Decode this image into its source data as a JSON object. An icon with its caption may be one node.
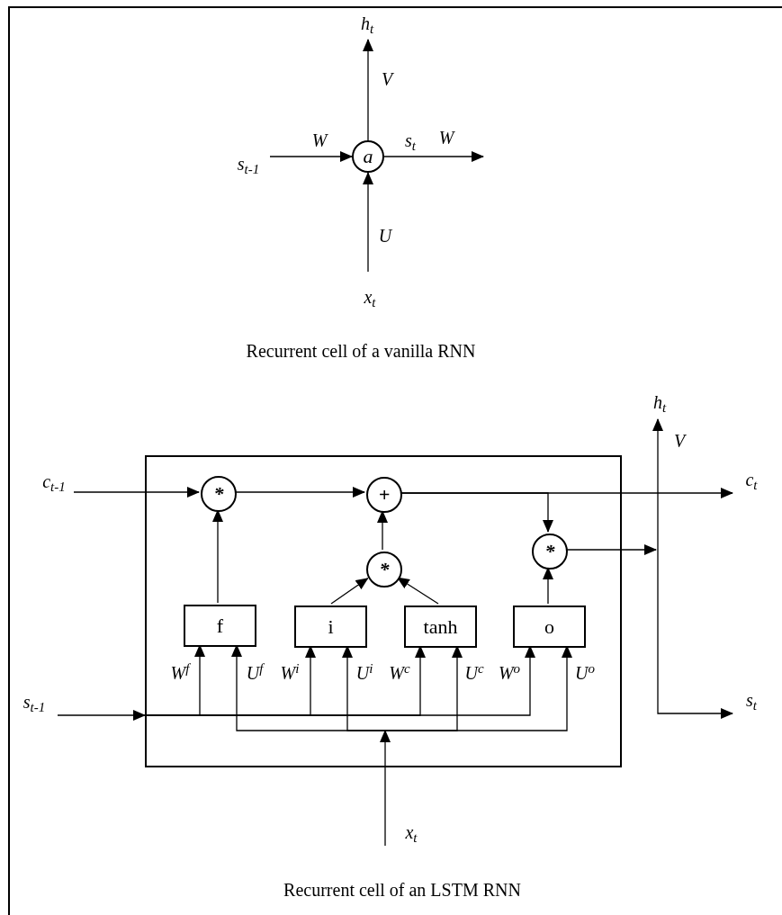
{
  "diagram": {
    "nodes": [
      {
        "text": [
          "h$_{t}$"
        ]
      },
      {
        "text": [
          "s$_{t-1}$"
        ]
      },
      {
        "text": [
          "a"
        ]
      },
      {
        "text": [
          "x$_{t}$"
        ]
      },
      {
        "text": [],
        "shape": "box"
      },
      {
        "text": [
          "c$_{t-1}$"
        ]
      },
      {
        "text": [
          "*"
        ],
        "in": 4
      },
      {
        "text": [
          "+"
        ],
        "in": 4
      },
      {
        "text": [
          "*"
        ],
        "in": 4
      },
      {
        "text": [
          "*"
        ],
        "in": 4
      },
      {
        "text": [
          "f"
        ],
        "in": 4
      },
      {
        "text": [
          "i"
        ],
        "in": 4
      },
      {
        "text": [
          "tanh"
        ],
        "in": 4
      },
      {
        "text": [
          "o"
        ],
        "in": 4
      },
      {
        "text": [
          "s$_{t-1}$"
        ]
      },
      {
        "text": [
          "x$_{t}$"
        ]
      },
      {
        "text": [
          "h$_{t}$"
        ]
      },
      {
        "text": [
          "c$_{t}$"
        ]
      },
      {
        "text": [
          "s$_{t}$"
        ]
      }
    ],
    "edges": [
      {
        "from": 2,
        "to": 0,
        "arrow": "to",
        "label": "V"
      },
      {
        "from": 1,
        "to": 2,
        "arrow": "to",
        "label": "W"
      },
      {
        "from": 2,
        "to": null,
        "arrow": "to",
        "label": "W"
      },
      {
        "from": 3,
        "to": 2,
        "arrow": "to",
        "label": "U"
      },
      {
        "from": 5,
        "to": 6,
        "arrow": "to"
      },
      {
        "from": 6,
        "to": 7,
        "arrow": "to"
      },
      {
        "from": 10,
        "to": 6,
        "arrow": "to"
      },
      {
        "from": 8,
        "to": 7,
        "arrow": "to"
      },
      {
        "from": 11,
        "to": 8,
        "arrow": "to"
      },
      {
        "from": 12,
        "to": 8,
        "arrow": "to"
      },
      {
        "from": 13,
        "to": 9,
        "arrow": "to"
      },
      {
        "from": 7,
        "to": 17,
        "arrow": "to"
      },
      {
        "from": 7,
        "to": 9,
        "arrow": "to"
      },
      {
        "from": 9,
        "to": 16,
        "arrow": "to",
        "label": "V"
      },
      {
        "from": 9,
        "to": 18,
        "arrow": "to"
      },
      {
        "from": 14,
        "to": 10,
        "arrow": "to",
        "label": "W$^{f}$"
      },
      {
        "from": 14,
        "to": 11,
        "arrow": "to",
        "label": "W$^{i}$"
      },
      {
        "from": 14,
        "to": 12,
        "arrow": "to",
        "label": "W$^{c}$"
      },
      {
        "from": 14,
        "to": 13,
        "arrow": "to",
        "label": "W$^{o}$"
      },
      {
        "from": 15,
        "to": 10,
        "arrow": "to",
        "label": "U$^{f}$"
      },
      {
        "from": 15,
        "to": 11,
        "arrow": "to",
        "label": "U$^{i}$"
      },
      {
        "from": 15,
        "to": 12,
        "arrow": "to",
        "label": "U$^{c}$"
      },
      {
        "from": 15,
        "to": 13,
        "arrow": "to",
        "label": "U$^{o}$"
      }
    ],
    "labels": [
      "s$_{t}$",
      "Recurrent cell of a vanilla RNN",
      "Recurrent cell of an LSTM RNN"
    ]
  }
}
